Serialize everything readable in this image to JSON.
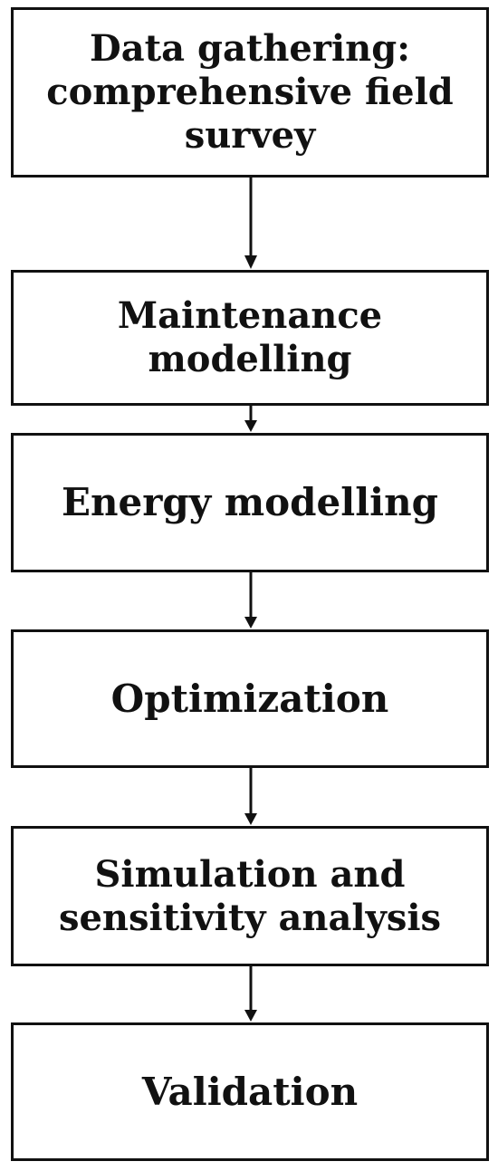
{
  "flowchart": {
    "steps": [
      {
        "label": "Data gathering:\ncomprehensive field\nsurvey"
      },
      {
        "label": "Maintenance\nmodelling"
      },
      {
        "label": "Energy modelling"
      },
      {
        "label": "Optimization"
      },
      {
        "label": "Simulation and\nsensitivity analysis"
      },
      {
        "label": "Validation"
      }
    ],
    "colors": {
      "stroke": "#111111",
      "background": "#ffffff"
    }
  }
}
